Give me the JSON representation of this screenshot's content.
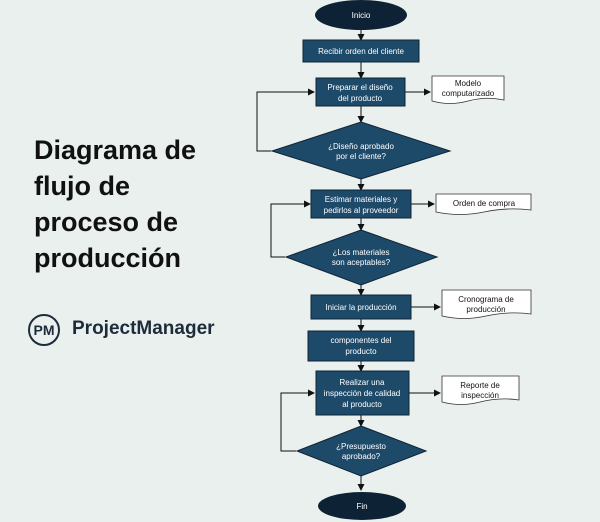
{
  "title_lines": [
    "Diagrama de",
    "flujo de",
    "proceso de",
    "producción"
  ],
  "logo": {
    "mark": "PM",
    "name": "ProjectManager"
  },
  "nodes": {
    "start": [
      "Inicio"
    ],
    "receive_order": [
      "Recibir orden del cliente"
    ],
    "prepare_design": [
      "Preparar el diseño",
      "del producto"
    ],
    "design_approved": [
      "¿Diseño aprobado",
      "por el cliente?"
    ],
    "estimate_materials": [
      "Estimar materiales y",
      "pedirlos al proveedor"
    ],
    "materials_acceptable": [
      "¿Los materiales",
      "son aceptables?"
    ],
    "start_production": [
      "Iniciar la producción"
    ],
    "components": [
      "componentes del",
      "producto"
    ],
    "inspection": [
      "Realizar una",
      "inspección de calidad",
      "al producto"
    ],
    "budget_approved": [
      "¿Presupuesto",
      "aprobado?"
    ],
    "end": [
      "Fin"
    ]
  },
  "documents": {
    "computer_model": [
      "Modelo",
      "computarizado"
    ],
    "purchase_order": [
      "Orden de compra"
    ],
    "production_schedule": [
      "Cronograma de",
      "producción"
    ],
    "inspection_report": [
      "Reporte de",
      "inspección"
    ]
  },
  "colors": {
    "node": "#1e4a6a",
    "terminal": "#0e2235",
    "background": "#e9f0ee"
  }
}
